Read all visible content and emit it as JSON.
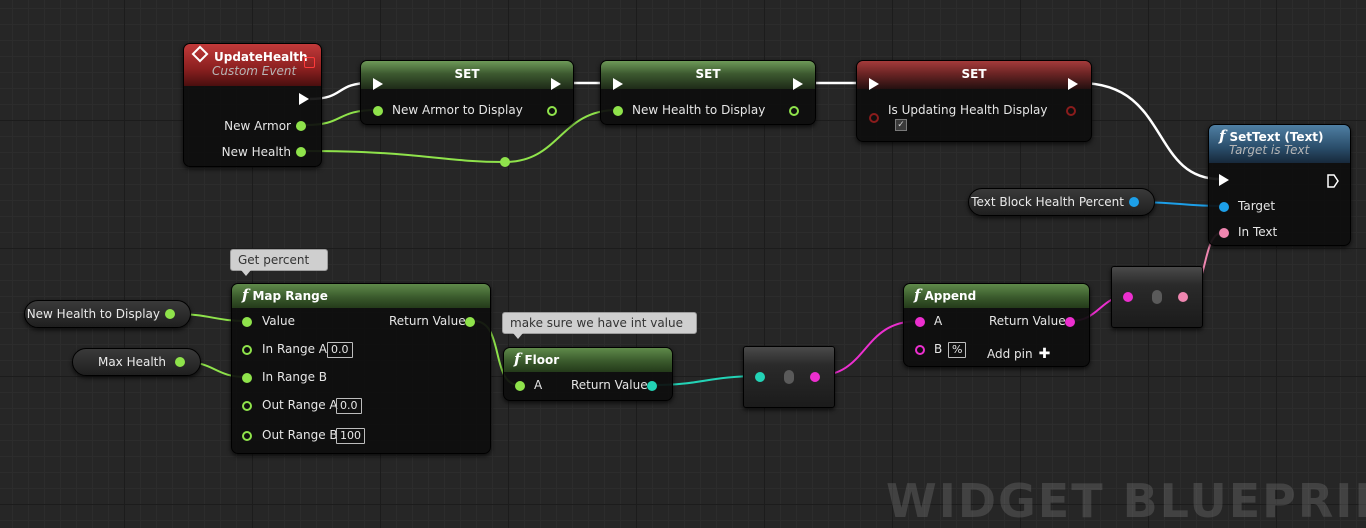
{
  "watermark": "WIDGET BLUEPRINT",
  "colors": {
    "exec": "#ffffff",
    "bool": "#8fe34b",
    "integer": "#23d3b6",
    "string": "#ec2fcf",
    "text": "#ef86b0",
    "object": "#1d9fe8",
    "event_header": "#8a1f1f",
    "function_header": "#3a5a2c",
    "target_function_header": "#2a4d6a"
  },
  "event": {
    "title": "UpdateHealth",
    "subtitle": "Custom Event",
    "outputs": [
      "New Armor",
      "New Health"
    ]
  },
  "set_nodes": [
    {
      "title": "SET",
      "input": "New Armor to Display"
    },
    {
      "title": "SET",
      "input": "New Health to Display"
    },
    {
      "title": "SET",
      "input": "Is Updating Health Display",
      "checked": true
    }
  ],
  "settext": {
    "title": "SetText (Text)",
    "subtitle": "Target is Text",
    "inputs": [
      "Target",
      "In Text"
    ]
  },
  "variables": {
    "text_block": "Text Block Health Percent",
    "new_health": "New Health to Display",
    "max_health": "Max Health"
  },
  "comments": {
    "get_percent": "Get percent",
    "int_value": "make sure we have int value"
  },
  "map_range": {
    "title": "Map Range",
    "return_label": "Return Value",
    "pins": [
      {
        "label": "Value",
        "value": null
      },
      {
        "label": "In Range A",
        "value": "0.0"
      },
      {
        "label": "In Range B",
        "value": null
      },
      {
        "label": "Out Range A",
        "value": "0.0"
      },
      {
        "label": "Out Range B",
        "value": "100"
      }
    ]
  },
  "floor": {
    "title": "Floor",
    "input": "A",
    "return_label": "Return Value"
  },
  "append": {
    "title": "Append",
    "inputs": [
      {
        "label": "A",
        "value": null
      },
      {
        "label": "B",
        "value": "%"
      }
    ],
    "return_label": "Return Value",
    "add_pin": "Add pin"
  }
}
